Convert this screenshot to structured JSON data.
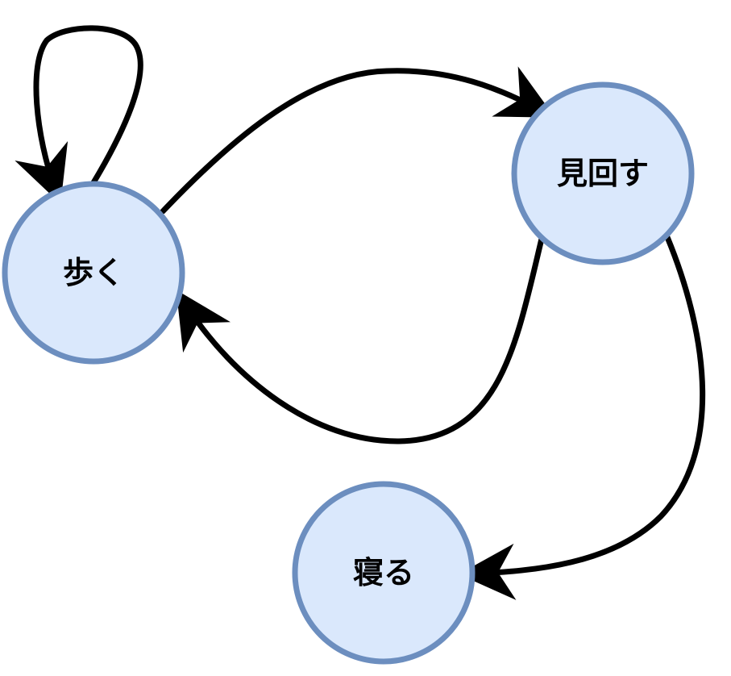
{
  "states": {
    "walk": "歩く",
    "look_around": "見回す",
    "sleep": "寝る"
  },
  "colors": {
    "node_fill": "#dae8fc",
    "node_stroke": "#6c8ebf",
    "edge": "#000000"
  }
}
